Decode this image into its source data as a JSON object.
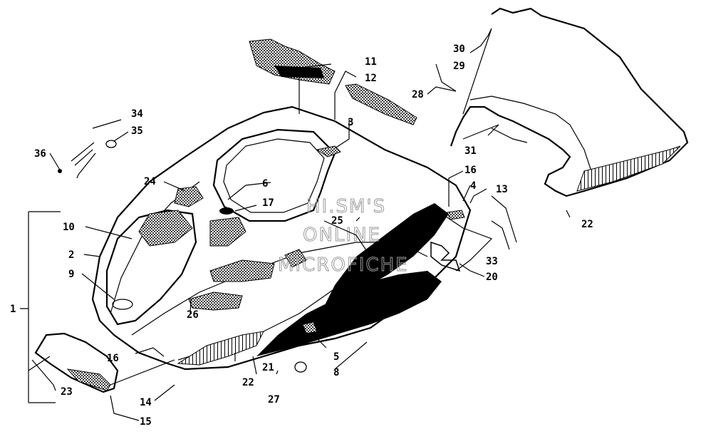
{
  "diagram": {
    "watermark": [
      "HI.SM'S",
      "ONLINE",
      "MICROFICHE"
    ],
    "callouts": {
      "c1": "1",
      "c2": "2",
      "c3": "3",
      "c4": "4",
      "c5": "5",
      "c6": "6",
      "c8": "8",
      "c9": "9",
      "c10": "10",
      "c11": "11",
      "c12": "12",
      "c13": "13",
      "c14": "14",
      "c15": "15",
      "c16a": "16",
      "c16b": "16",
      "c17": "17",
      "c20": "20",
      "c21": "21",
      "c22a": "22",
      "c22b": "22",
      "c23": "23",
      "c24": "24",
      "c25": "25",
      "c26": "26",
      "c27": "27",
      "c28": "28",
      "c29": "29",
      "c30": "30",
      "c31": "31",
      "c33": "33",
      "c34": "34",
      "c35": "35",
      "c36": "36"
    }
  }
}
